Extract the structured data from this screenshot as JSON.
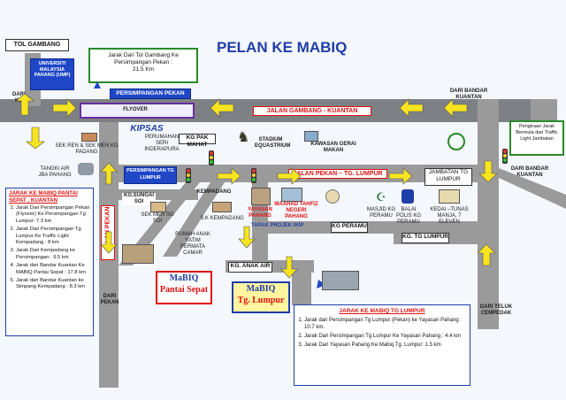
{
  "title": "PELAN KE MABIQ",
  "top_left": {
    "tol": "TOL GAMBANG",
    "jarak": "Jarak Dari Tol Gambang Ke Persimpangan Pekan :",
    "jarak_km": "21.5 Km"
  },
  "labels": {
    "universiti": "UNIVERSITI MALAYSIA PAHANG (UMP)",
    "dari_kl": "DARI KL",
    "persimpangan_pekan": "PERSIMPANGAN PEKAN",
    "flyover": "FLYOVER",
    "jalan_gambang": "JALAN GAMBANG - KUANTAN",
    "dari_bandar_kuantan_top": "DARI BANDAR KUANTAN",
    "dari_bandar_kuantan_right": "DARI BANDAR KUANTAN",
    "pengiraan": "Pengiraan Jarak Bermula dari Traffic Light Jambatan",
    "kipsas": "KIPSAS",
    "sek_ren": "SEK REN & SEK MEN KG PADANG",
    "perumahan": "PERUMAHAN SERI INDERAPURA",
    "kg_pak_mahat": "KG PAK MAHAT",
    "stadium": "STADIUM EQUASTRIUM",
    "kawasan_gerai": "KAWASAN GERAI MAKAN",
    "tangki": "TANGKI AIR JBA PAHANG",
    "persimpangan_tg": "PERSIMPANGAN TG LUMPUR",
    "kg_sungai_soi": "KG.SUNGAI SOI",
    "kempadang": "KEMPADANG",
    "jalan_pekan_tg": "JALAN PEKAN – TG. LUMPUR",
    "jambatan": "JAMBATAN TG LUMPUR",
    "jalan_pekan": "JALAN PEKAN",
    "sek_men_sg_soi": "SEK MEN SG SOI",
    "sk_kempadang": "S.K KEMPADANG",
    "rumah_anak": "RUMAH ANAK YATIM PERMATA CAMAR",
    "yayasan": "YAYASAN PAHANG",
    "maahad": "MAAHAD TAHFIZ NEGERI PAHANG",
    "tapak_projek": "TAPAK PROJEK IKIP",
    "kg_peramu": "KG PERAMU",
    "masjid": "MASJID KG PERAMU",
    "balai_polis": "BALAI POLIS KG PERAMU",
    "kedai": "KEDAI –TUNAS MANJA, 7 ELEVEN",
    "kg_tg_lumpur": "KG. TG LUMPUR",
    "kg_anak_air": "KG. ANAK AIR",
    "dari_pekan": "DARI PEKAN",
    "dari_teluk": "DARI TELUK CEMPEDAK"
  },
  "mabiq_pantai": {
    "name": "MaBIQ",
    "place": "Pantai Sepat"
  },
  "mabiq_lumpur": {
    "name": "MaBIQ",
    "place": "Tg. Lumpur"
  },
  "info_pantai": {
    "heading": "JARAK KE MABIQ PANTAI SEPAT , KUANTAN",
    "items": [
      "Jarak Dari Persimpangan Pekan (Flyover) Ke Persimpangan Tg Lumpur: 7.3 km",
      "Jarak Dari Persimpangan Tg Lumpur Ke Traffic Light Kempadang : 8 km",
      "Jarak Dari Kempadang ke Persimpangan : 9.5 km",
      "Jarak dari Bandar Kuantan Ke MABIQ Pantai Sepat : 17.8 km",
      "Jarak dari Bandar Kuantan ke Simpang Kempadang : 8.3 km"
    ]
  },
  "info_lumpur": {
    "heading": "JARAK KE MABIQ TG LUMPUR",
    "items": [
      "Jarak dari Persimpangan Tg Lumpur (Pekan) ke Yayasan Pahang : 10.7 km.",
      "Jarak Dari Persimpangan Tg Lumpur Ke Yayasan Pahang : 4.4 km",
      "Jarak Dari Yayasan Pahang Ke Mabiq Tg. Lumpur: 1.5 km"
    ]
  },
  "colors": {
    "title": "#1f3ea8",
    "red": "#e01010",
    "blue": "#1f47c8",
    "road": "#9a9a9a"
  }
}
